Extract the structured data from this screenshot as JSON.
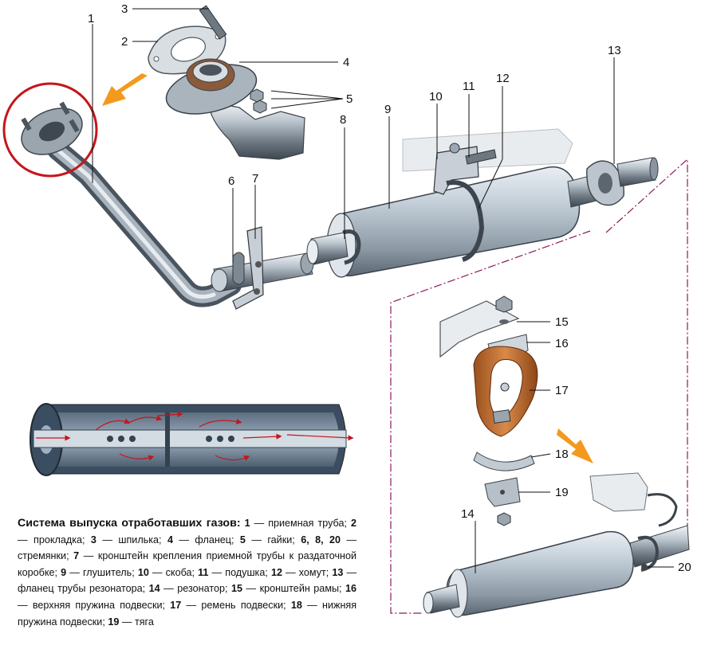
{
  "caption": {
    "title": "Система выпуска отработавших газов:",
    "items": [
      {
        "n": "1",
        "t": "приемная труба"
      },
      {
        "n": "2",
        "t": "прокладка"
      },
      {
        "n": "3",
        "t": "шпилька"
      },
      {
        "n": "4",
        "t": "фланец"
      },
      {
        "n": "5",
        "t": "гайки"
      },
      {
        "n": "6, 8, 20",
        "t": "стремянки"
      },
      {
        "n": "7",
        "t": "кронштейн крепления приемной трубы к раздаточной коробке"
      },
      {
        "n": "9",
        "t": "глушитель"
      },
      {
        "n": "10",
        "t": "скоба"
      },
      {
        "n": "11",
        "t": "подушка"
      },
      {
        "n": "12",
        "t": "хомут"
      },
      {
        "n": "13",
        "t": "фланец трубы резонатора"
      },
      {
        "n": "14",
        "t": "резонатор"
      },
      {
        "n": "15",
        "t": "кронштейн рамы"
      },
      {
        "n": "16",
        "t": "верхняя пружина подвески"
      },
      {
        "n": "17",
        "t": "ремень подвески"
      },
      {
        "n": "18",
        "t": "нижняя пружина подвески"
      },
      {
        "n": "19",
        "t": "тяга"
      }
    ]
  },
  "callouts": [
    "1",
    "2",
    "3",
    "4",
    "5",
    "6",
    "7",
    "8",
    "9",
    "10",
    "11",
    "12",
    "13",
    "14",
    "15",
    "16",
    "17",
    "18",
    "19",
    "20"
  ],
  "colors": {
    "highlight_circle": "#c4161c",
    "arrow": "#f39a1e",
    "dashed_line": "#8a1a5a",
    "strap": "#c8763a"
  }
}
